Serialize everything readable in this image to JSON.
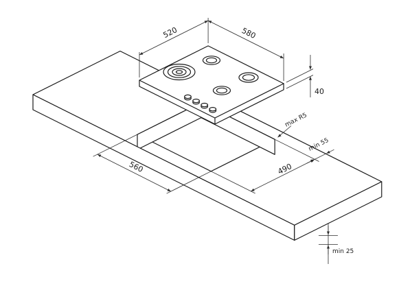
{
  "labels": {
    "width_520": "520",
    "length_580": "580",
    "height_40": "40",
    "radius_max": "max R5",
    "clearance_side": "min 55",
    "cutout_560": "560",
    "cutout_490": "490",
    "clearance_bottom": "min 25"
  },
  "colors": {
    "line": "#1a1a1a",
    "dimension_line": "#2b2b2b",
    "background": "#ffffff"
  }
}
